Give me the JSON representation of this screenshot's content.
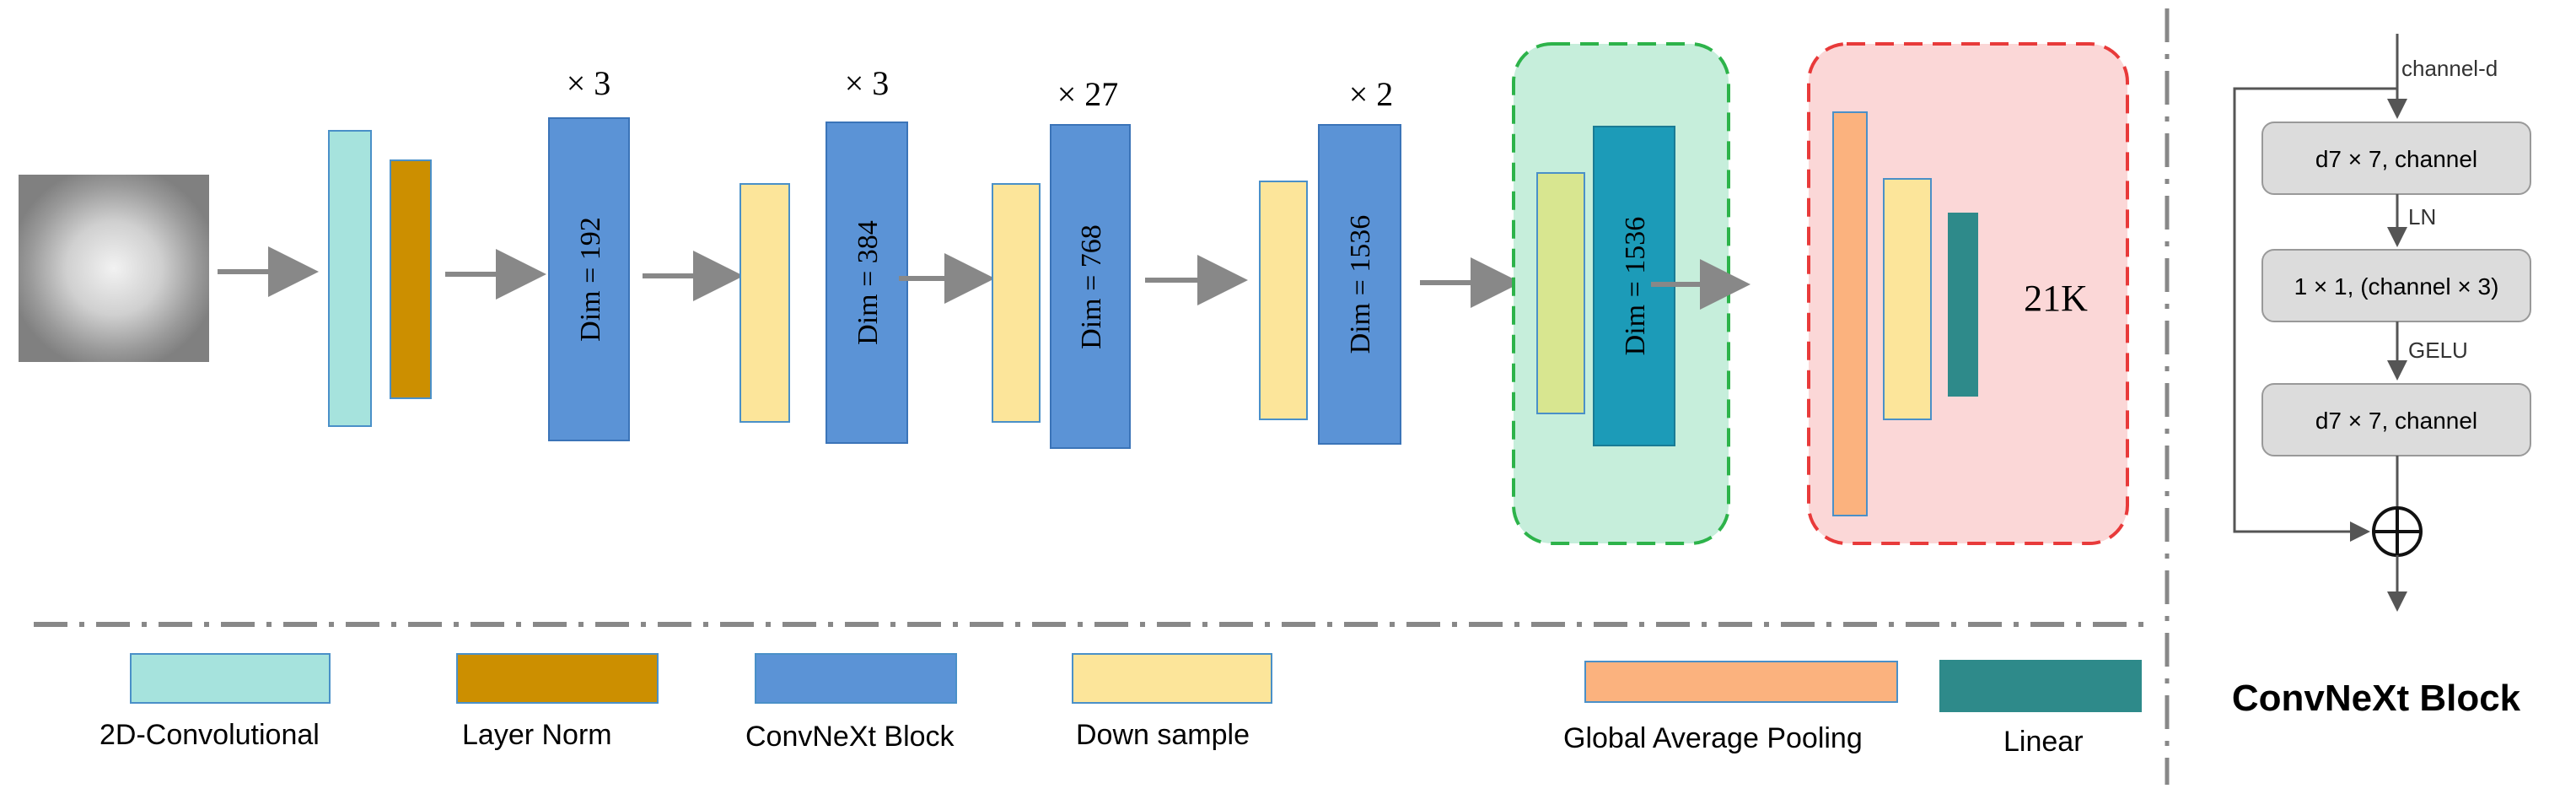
{
  "stages": {
    "stage1_repeat": "× 3",
    "stage1_dim": "Dim = 192",
    "stage2_repeat": "× 3",
    "stage2_dim": "Dim = 384",
    "stage3_repeat": "× 27",
    "stage3_dim": "Dim = 768",
    "stage4_repeat": "× 2",
    "stage4_dim": "Dim = 1536",
    "pool_dim": "Dim = 1536",
    "output_classes": "21K"
  },
  "legend": {
    "conv": "2D-Convolutional",
    "layer_norm": "Layer Norm",
    "convnext_block": "ConvNeXt Block",
    "down_sample": "Down sample",
    "gap": "Global Average Pooling",
    "linear": "Linear"
  },
  "block": {
    "input": "channel-d",
    "op1": "d7 × 7, channel",
    "norm": "LN",
    "op2": "1 × 1, (channel × 3)",
    "act": "GELU",
    "op3": "d7 × 7, channel",
    "title": "ConvNeXt Block"
  },
  "colors": {
    "conv": "#a6e3dd",
    "layer_norm": "#cc8f00",
    "convnext_block": "#5b93d6",
    "down_sample": "#fce59a",
    "gap": "#fbb27e",
    "linear": "#2e8a8a",
    "pool_box": "#d9f0e3",
    "pool_border": "#2db34a",
    "head_box": "#fbd7d7",
    "head_border": "#e83a3a",
    "dim_block_dark": "#1c9bb8",
    "pool_light": "#d8e690",
    "arrow": "#888888"
  }
}
